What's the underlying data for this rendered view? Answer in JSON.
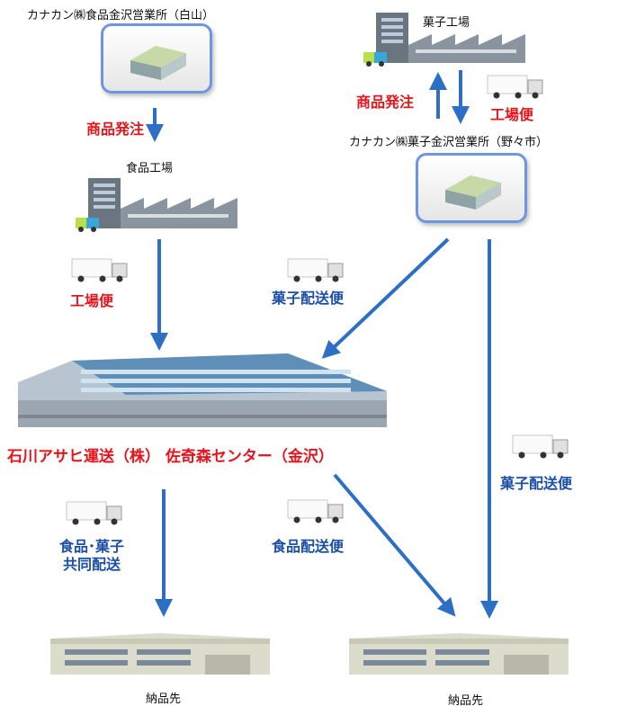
{
  "offices": {
    "food_office": "カナカン㈱食品金沢営業所（白山）",
    "confection_office": "カナカン㈱菓子金沢営業所（野々市）"
  },
  "factories": {
    "confection_factory": "菓子工場",
    "food_factory": "食品工場"
  },
  "flows": {
    "order_left": "商品発注",
    "order_right": "商品発注",
    "factory_delivery_right": "工場便",
    "factory_delivery_left": "工場便",
    "confection_delivery_center": "菓子配送便",
    "confection_delivery_direct": "菓子配送便",
    "joint_delivery_line1": "食品･菓子",
    "joint_delivery_line2": "共同配送",
    "food_delivery": "食品配送便"
  },
  "center": {
    "name": "石川アサヒ運送（株） 佐奇森センター（金沢）"
  },
  "destinations": {
    "left": "納品先",
    "right": "納品先"
  },
  "colors": {
    "red": "#e8141c",
    "blue": "#1c4fa8",
    "arrow": "#2c6fc4"
  }
}
